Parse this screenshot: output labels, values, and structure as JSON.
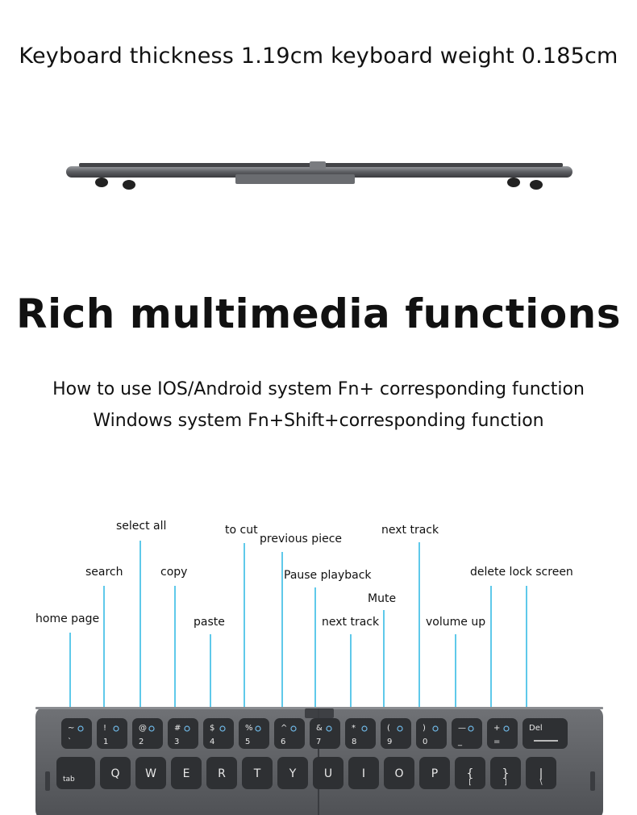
{
  "headline": "Keyboard thickness 1.19cm keyboard weight 0.185cm",
  "title": "Rich multimedia functions",
  "subtitle_ios": "How to use IOS/Android system Fn+ corresponding function",
  "subtitle_windows": "Windows system Fn+Shift+corresponding function",
  "callouts": {
    "home_page": "home page",
    "search": "search",
    "select_all": "select all",
    "copy": "copy",
    "paste": "paste",
    "to_cut": "to cut",
    "previous_piece": "previous piece",
    "pause_playback": "Pause playback",
    "next_track_1": "next track",
    "mute": "Mute",
    "next_track_2": "next track",
    "volume_up": "volume up",
    "delete_lock_screen": "delete lock screen"
  },
  "keys": {
    "row1": [
      "~",
      "!",
      "@",
      "#",
      "$",
      "%",
      "^",
      "&",
      "*",
      "(",
      ")",
      "—",
      "+",
      "Del"
    ],
    "row1_sub": [
      "`",
      "1",
      "2",
      "3",
      "4",
      "5",
      "6",
      "7",
      "8",
      "9",
      "0",
      "_",
      "="
    ],
    "row2": [
      "tab",
      "Q",
      "W",
      "E",
      "R",
      "T",
      "Y",
      "U",
      "I",
      "O",
      "P",
      "{",
      "}",
      "|"
    ],
    "row2_sub": [
      "[",
      "]",
      "\\"
    ]
  },
  "colors": {
    "callout_line": "#5fc9ea",
    "keyboard_body": "#5a5c60",
    "key": "#2e3033",
    "fn_glyph": "#6fb8e6"
  }
}
